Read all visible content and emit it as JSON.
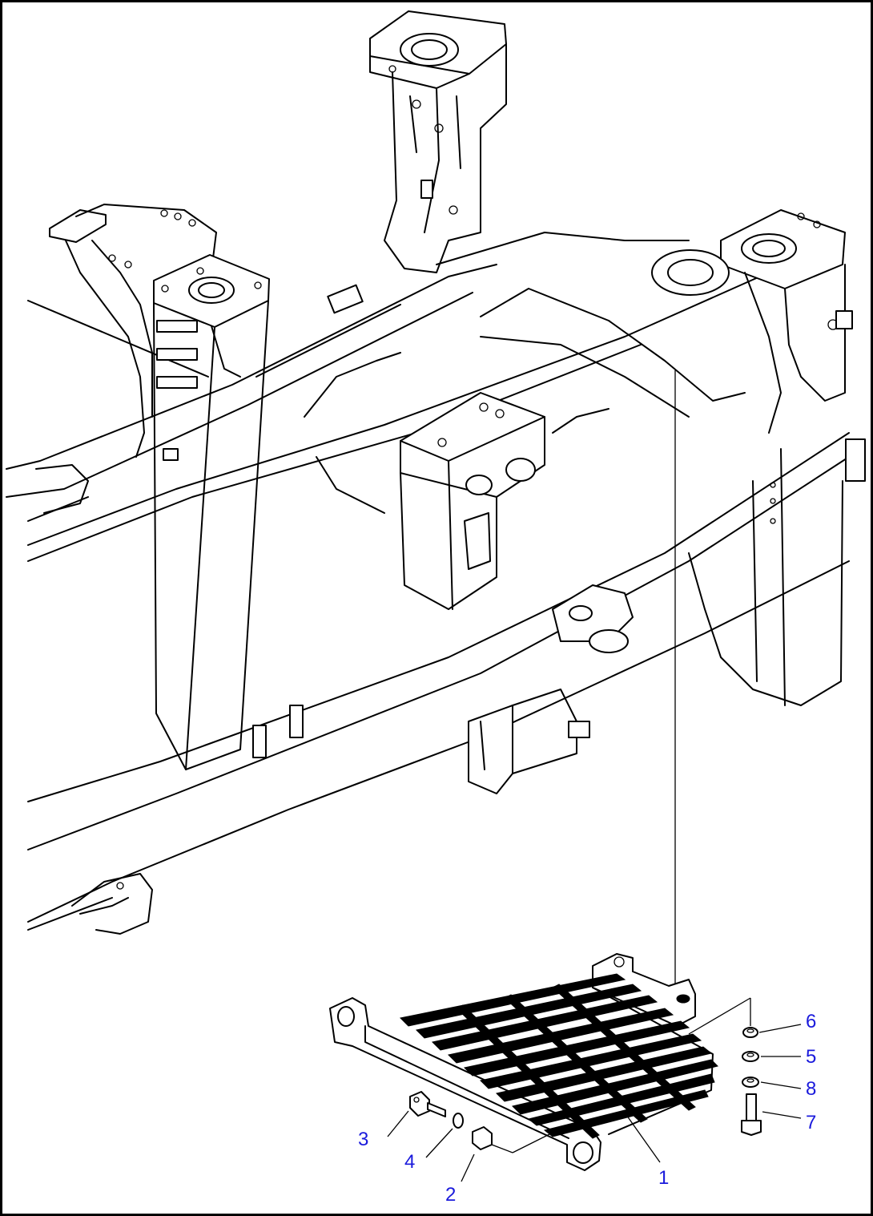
{
  "diagram": {
    "border_color": "#000000",
    "line_color": "#000000",
    "callout_color": "#1a1adc",
    "callouts": [
      {
        "id": "c1",
        "label": "1"
      },
      {
        "id": "c2",
        "label": "2"
      },
      {
        "id": "c3",
        "label": "3"
      },
      {
        "id": "c4",
        "label": "4"
      },
      {
        "id": "c5",
        "label": "5"
      },
      {
        "id": "c6",
        "label": "6"
      },
      {
        "id": "c7",
        "label": "7"
      },
      {
        "id": "c8",
        "label": "8"
      }
    ]
  }
}
